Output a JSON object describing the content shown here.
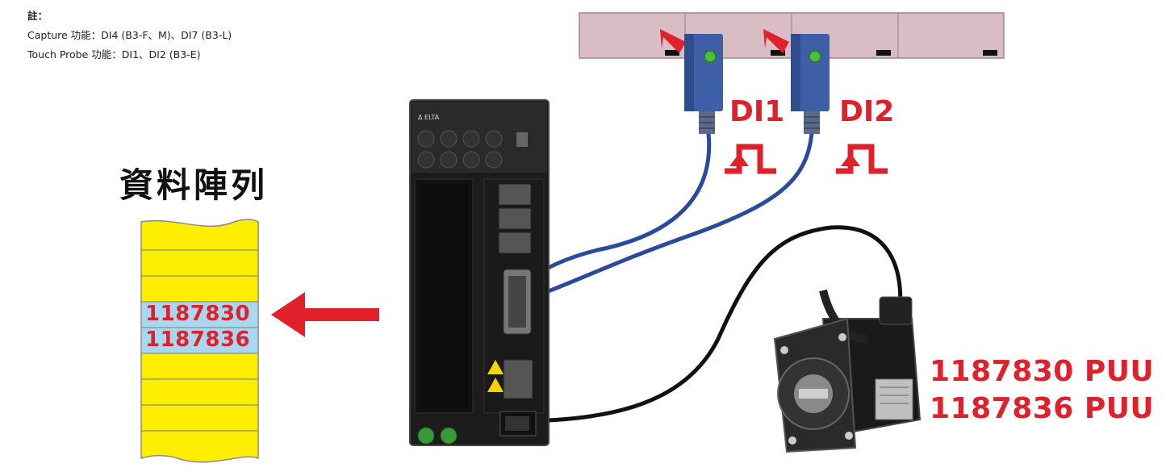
{
  "notes": {
    "title": "註：",
    "capture": "Capture 功能：DI4 (B3-F、M)、DI7 (B3-L)",
    "touch_probe": "Touch Probe 功能：DI1、DI2 (B3-E)"
  },
  "data_array": {
    "title": "資料陣列",
    "values": [
      "1187830",
      "1187836"
    ]
  },
  "inputs": {
    "di1": "DI1",
    "di2": "DI2"
  },
  "motor_positions": [
    "1187830 PUU",
    "1187836 PUU"
  ],
  "colors": {
    "accent_red": "#e0202a",
    "array_yellow": "#ffee00",
    "array_highlight": "#a8d8f0",
    "conveyor": "#d9bcc4",
    "sensor_body": "#3f5ea8",
    "cable_blue": "#2a4b9c"
  }
}
